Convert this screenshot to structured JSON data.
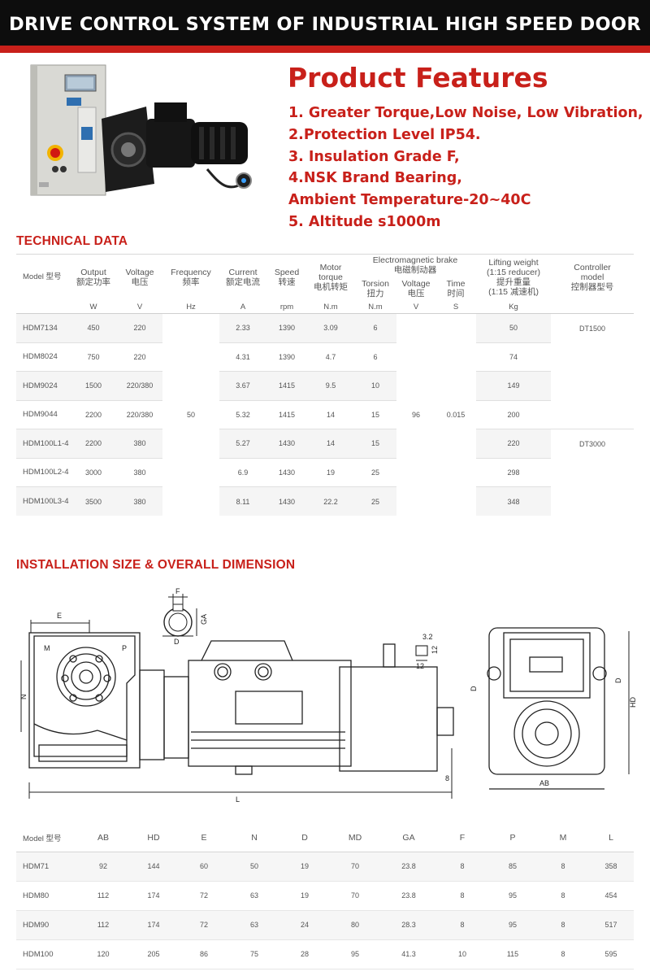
{
  "header": {
    "title": "DRIVE CONTROL SYSTEM OF INDUSTRIAL HIGH SPEED DOOR",
    "bar_color": "#0d0d0d",
    "stripe_color": "#c8201a"
  },
  "features": {
    "title": "Product Features",
    "items": [
      "1. Greater Torque,Low Noise, Low Vibration,",
      "2.Protection Level IP54.",
      "3. Insulation Grade F,",
      "4.NSK Brand Bearing,",
      "Ambient Temperature-20~40C",
      "5. Altitude s1000m"
    ]
  },
  "technical": {
    "title": "TECHNICAL DATA",
    "headers": {
      "model": "Model 型号",
      "output": [
        "Output",
        "额定功率"
      ],
      "voltage": [
        "Voltage",
        "电压"
      ],
      "frequency": [
        "Frequency",
        "频率"
      ],
      "current": [
        "Current",
        "额定电流"
      ],
      "speed": [
        "Speed",
        "转速"
      ],
      "torque": [
        "Motor",
        "torque",
        "电机转矩"
      ],
      "brake_group": [
        "Electromagnetic brake",
        "电磁制动器"
      ],
      "torsion": [
        "Torsion",
        "扭力"
      ],
      "brake_voltage": [
        "Voltage",
        "电压"
      ],
      "time": [
        "Time",
        "时间"
      ],
      "lifting": [
        "Lifting weight",
        "(1:15 reducer)",
        "提升重量",
        "(1:15 减速机)"
      ],
      "controller": [
        "Controller",
        "model",
        "控制器型号"
      ]
    },
    "units": [
      "W",
      "V",
      "Hz",
      "A",
      "rpm",
      "N.m",
      "N.m",
      "V",
      "S",
      "Kg"
    ],
    "shared": {
      "frequency": "50",
      "brake_voltage": "96",
      "time": "0.015"
    },
    "controllers": [
      "DT1500",
      "DT3000"
    ],
    "rows": [
      {
        "model": "HDM7134",
        "output": "450",
        "voltage": "220",
        "current": "2.33",
        "speed": "1390",
        "torque": "3.09",
        "torsion": "6",
        "lifting": "50"
      },
      {
        "model": "HDM8024",
        "output": "750",
        "voltage": "220",
        "current": "4.31",
        "speed": "1390",
        "torque": "4.7",
        "torsion": "6",
        "lifting": "74"
      },
      {
        "model": "HDM9024",
        "output": "1500",
        "voltage": "220/380",
        "current": "3.67",
        "speed": "1415",
        "torque": "9.5",
        "torsion": "10",
        "lifting": "149"
      },
      {
        "model": "HDM9044",
        "output": "2200",
        "voltage": "220/380",
        "current": "5.32",
        "speed": "1415",
        "torque": "14",
        "torsion": "15",
        "lifting": "200"
      },
      {
        "model": "HDM100L1-4",
        "output": "2200",
        "voltage": "380",
        "current": "5.27",
        "speed": "1430",
        "torque": "14",
        "torsion": "15",
        "lifting": "220"
      },
      {
        "model": "HDM100L2-4",
        "output": "3000",
        "voltage": "380",
        "current": "6.9",
        "speed": "1430",
        "torque": "19",
        "torsion": "25",
        "lifting": "298"
      },
      {
        "model": "HDM100L3-4",
        "output": "3500",
        "voltage": "380",
        "current": "8.11",
        "speed": "1430",
        "torque": "22.2",
        "torsion": "25",
        "lifting": "348"
      }
    ]
  },
  "installation": {
    "title": "INSTALLATION SIZE & OVERALL DIMENSION",
    "drawing_labels": {
      "E": "E",
      "F": "F",
      "GA": "GA",
      "D": "D",
      "M": "M",
      "P": "P",
      "N": "N",
      "L": "L",
      "key1": "3.2",
      "key2": "12",
      "key3": "12",
      "s8": "8",
      "AB": "AB",
      "HD": "HD"
    }
  },
  "dimensions": {
    "headers": [
      "Model 型号",
      "AB",
      "HD",
      "E",
      "N",
      "D",
      "MD",
      "GA",
      "F",
      "P",
      "M",
      "L"
    ],
    "rows": [
      [
        "HDM71",
        "92",
        "144",
        "60",
        "50",
        "19",
        "70",
        "23.8",
        "8",
        "85",
        "8",
        "358"
      ],
      [
        "HDM80",
        "112",
        "174",
        "72",
        "63",
        "19",
        "70",
        "23.8",
        "8",
        "95",
        "8",
        "454"
      ],
      [
        "HDM90",
        "112",
        "174",
        "72",
        "63",
        "24",
        "80",
        "28.3",
        "8",
        "95",
        "8",
        "517"
      ],
      [
        "HDM100",
        "120",
        "205",
        "86",
        "75",
        "28",
        "95",
        "41.3",
        "10",
        "115",
        "8",
        "595"
      ]
    ]
  }
}
